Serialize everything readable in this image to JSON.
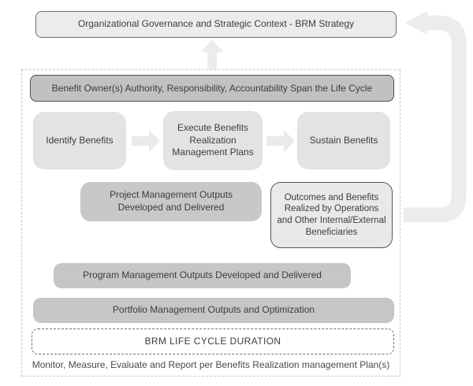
{
  "diagram": {
    "governance_box": {
      "label": "Organizational Governance and Strategic Context - BRM Strategy"
    },
    "life_cycle": {
      "owner_header": {
        "label": "Benefit Owner(s) Authority, Responsibility, Accountability Span the Life Cycle"
      },
      "stages": [
        {
          "label": "Identify Benefits"
        },
        {
          "label": "Execute Benefits Realization Management Plans"
        },
        {
          "label": "Sustain Benefits"
        }
      ],
      "project_outputs": {
        "label": "Project Management Outputs Developed and Delivered"
      },
      "outcomes": {
        "label": "Outcomes and Benefits Realized by Operations and Other Internal/External Beneficiaries"
      },
      "program_outputs": {
        "label": "Program Management Outputs Developed and Delivered"
      },
      "portfolio_outputs": {
        "label": "Portfolio Management Outputs and Optimization"
      },
      "duration": {
        "label": "BRM LIFE CYCLE DURATION"
      },
      "footer": {
        "label": "Monitor, Measure, Evaluate and Report per Benefits Realization management Plan(s)"
      }
    },
    "icons": {
      "up_arrow": "feeds-up-into-governance",
      "right_arrows": "stage-flow-direction",
      "loop_arrow": "benefits-feedback-loop-to-governance"
    },
    "colors": {
      "stage_box_fill": "#e3e3e3",
      "medium_bar_fill": "#c6c6c6",
      "project_box_fill": "#c8c8c8",
      "owner_header_fill": "#c1c1c1",
      "governance_fill": "#ececec",
      "outcomes_fill": "#e9e9e9",
      "arrow_fill": "#ececec",
      "dark_border": "#4e4e4e",
      "dashed_container_border": "#c8c8c8",
      "text": "#3d3d3d"
    }
  }
}
